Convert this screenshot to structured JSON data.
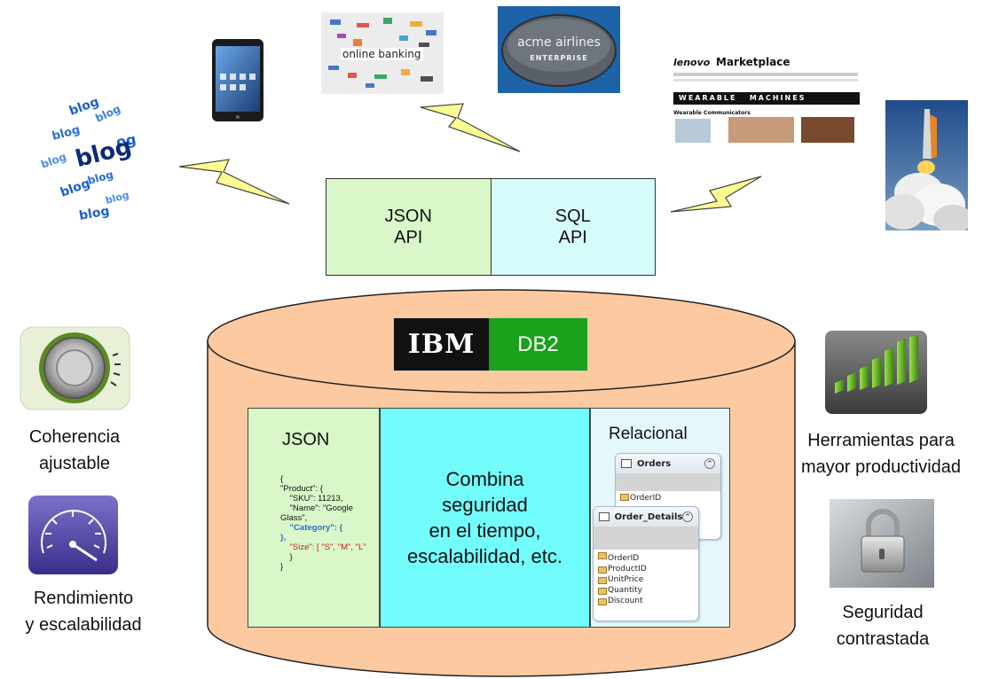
{
  "api": {
    "json_line1": "JSON",
    "json_line2": "API",
    "sql_line1": "SQL",
    "sql_line2": "API"
  },
  "logo": {
    "ibm": "IBM",
    "db2": "DB2"
  },
  "panels": {
    "json_title": "JSON",
    "json_code": [
      "{",
      "\"Product\": {",
      "    \"SKU\": 11213,",
      "    \"Name\": \"Google",
      "Glass\",",
      "    \"Category\": {",
      "},",
      "    \"Size\": [ \"S\", \"M\", \"L\"",
      "    }",
      "}"
    ],
    "combine_lines": [
      "Combina",
      "seguridad",
      "en el tiempo,",
      "escalabilidad, etc."
    ],
    "relational_title": "Relacional",
    "orders_table": {
      "name": "Orders",
      "fields": [
        "OrderID"
      ]
    },
    "details_table": {
      "name": "Order_Details",
      "fields": [
        "OrderID",
        "ProductID",
        "UnitPrice",
        "Quantity",
        "Discount"
      ]
    }
  },
  "features": {
    "coherencia": [
      "Coherencia",
      "ajustable"
    ],
    "rendimiento": [
      "Rendimiento",
      "y escalabilidad"
    ],
    "herramientas": [
      "Herramientas para",
      "mayor productividad"
    ],
    "seguridad": [
      "Seguridad",
      "contrastada"
    ]
  },
  "images": {
    "online_banking": "online banking",
    "acme_line1": "acme airlines",
    "acme_line2": "ENTERPRISE",
    "lenovo_brand": "lenovo",
    "lenovo_title": "Marketplace",
    "lenovo_banner": "WEARABLE   MACHINES",
    "lenovo_sub": "Wearable Communicators",
    "blog_word": "blog"
  },
  "colors": {
    "cylinder": "#fcc9a0",
    "json_green": "#d9f7c9",
    "cyan": "#72fcfc",
    "bolt": "#fbfb92",
    "db2_green": "#1aa01a"
  }
}
